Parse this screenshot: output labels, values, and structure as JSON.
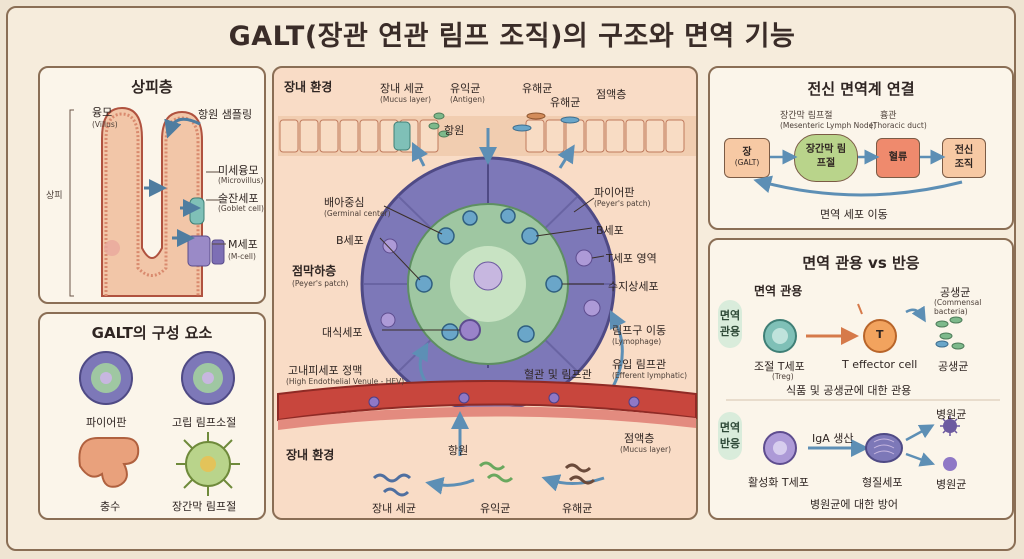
{
  "title": "GALT(장관 연관 림프 조직)의 구조와 면역 기능",
  "epithelium": {
    "title": "상피층",
    "villus": "융모",
    "villus_en": "(Villus)",
    "sampling": "항원 샘플링",
    "microvilli": "미세융모",
    "microvilli_en": "(Microvillus)",
    "goblet": "술잔세포",
    "goblet_en": "(Goblet cell)",
    "mcell": "M세포",
    "mcell_en": "(M-cell)",
    "side": "상피"
  },
  "components": {
    "title": "GALT의 구성 요소",
    "items": [
      "파이어판",
      "고립 림프소절",
      "충수",
      "장간막 림프절"
    ]
  },
  "center": {
    "top_env": "장내 환경",
    "mucus_bacteria": "장내 세균",
    "mucus_bacteria_en": "(Mucus layer)",
    "probiotic": "유익균",
    "probiotic_en": "(Antigen)",
    "antigen": "항원",
    "harmful1": "유해균",
    "harmful2": "유해균",
    "mucus_top": "점액층",
    "germinal": "배아중심",
    "germinal_en": "(Germinal center)",
    "bcell_left": "B세포",
    "lamina": "점막하층",
    "lamina_en": "(Peyer's patch)",
    "macrophage": "대식세포",
    "hev": "고내피세포 정맥",
    "hev_en": "(High Endothelial Venule - HEV)",
    "peyer": "파이어판",
    "peyer_en": "(Peyer's patch)",
    "bcell_right": "B세포",
    "tcell_area": "T세포 영역",
    "dendritic": "수지상세포",
    "lymph_move": "림프구 이동",
    "lymph_move_en": "(Lymophage)",
    "efferent": "유입 림프관",
    "efferent_en": "(Efferent lymphatic)",
    "vessels": "혈관 및 림프관",
    "bottom_env": "장내 환경",
    "antigen_bottom": "항원",
    "mucus_bottom": "점액층",
    "mucus_bottom_en": "(Mucus layer)",
    "bottom_bacteria": "장내 세균",
    "bottom_probiotic": "유익균",
    "bottom_harmful": "유해균"
  },
  "systemic": {
    "title": "전신 면역계 연결",
    "gut": "장",
    "gut_en": "(GALT)",
    "mln": "장간막 림프절",
    "mln_en": "(Mesenteric Lymph Node)",
    "mln_box": "장간막 림프절",
    "thoracic": "흉관",
    "thoracic_en": "(Thoracic duct)",
    "blood": "혈류",
    "systemic_tissue": "전신 조직",
    "migration": "면역 세포 이동"
  },
  "tolerance": {
    "title": "면역 관용 vs 반응",
    "tol_section": "면역 관용",
    "tol_pill": "면역 관용",
    "treg": "조절 T세포",
    "treg_en": "(Treg)",
    "teff": "T effector cell",
    "teff_letter": "T",
    "commensal": "공생균",
    "commensal_en": "(Commensal bacteria)",
    "commensal_bottom": "공생균",
    "tol_caption": "식품 및 공생균에 대한 관용",
    "resp_pill": "면역 반응",
    "iga": "IgA 생산",
    "activated": "활성화 T세포",
    "plasma": "형질세포",
    "pathogen_top": "병원균",
    "pathogen_bottom": "병원균",
    "resp_caption": "병원균에 대한 방어"
  },
  "colors": {
    "frame": "#8a6e55",
    "peyer_fill": "#7d78b8",
    "germinal": "#9fc7a2",
    "vessel": "#c8463d",
    "lymph": "#5d8fb5",
    "gut_node": "#f7c9a4",
    "mln_node": "#b9d48b",
    "blood_node": "#ef8a6d"
  }
}
